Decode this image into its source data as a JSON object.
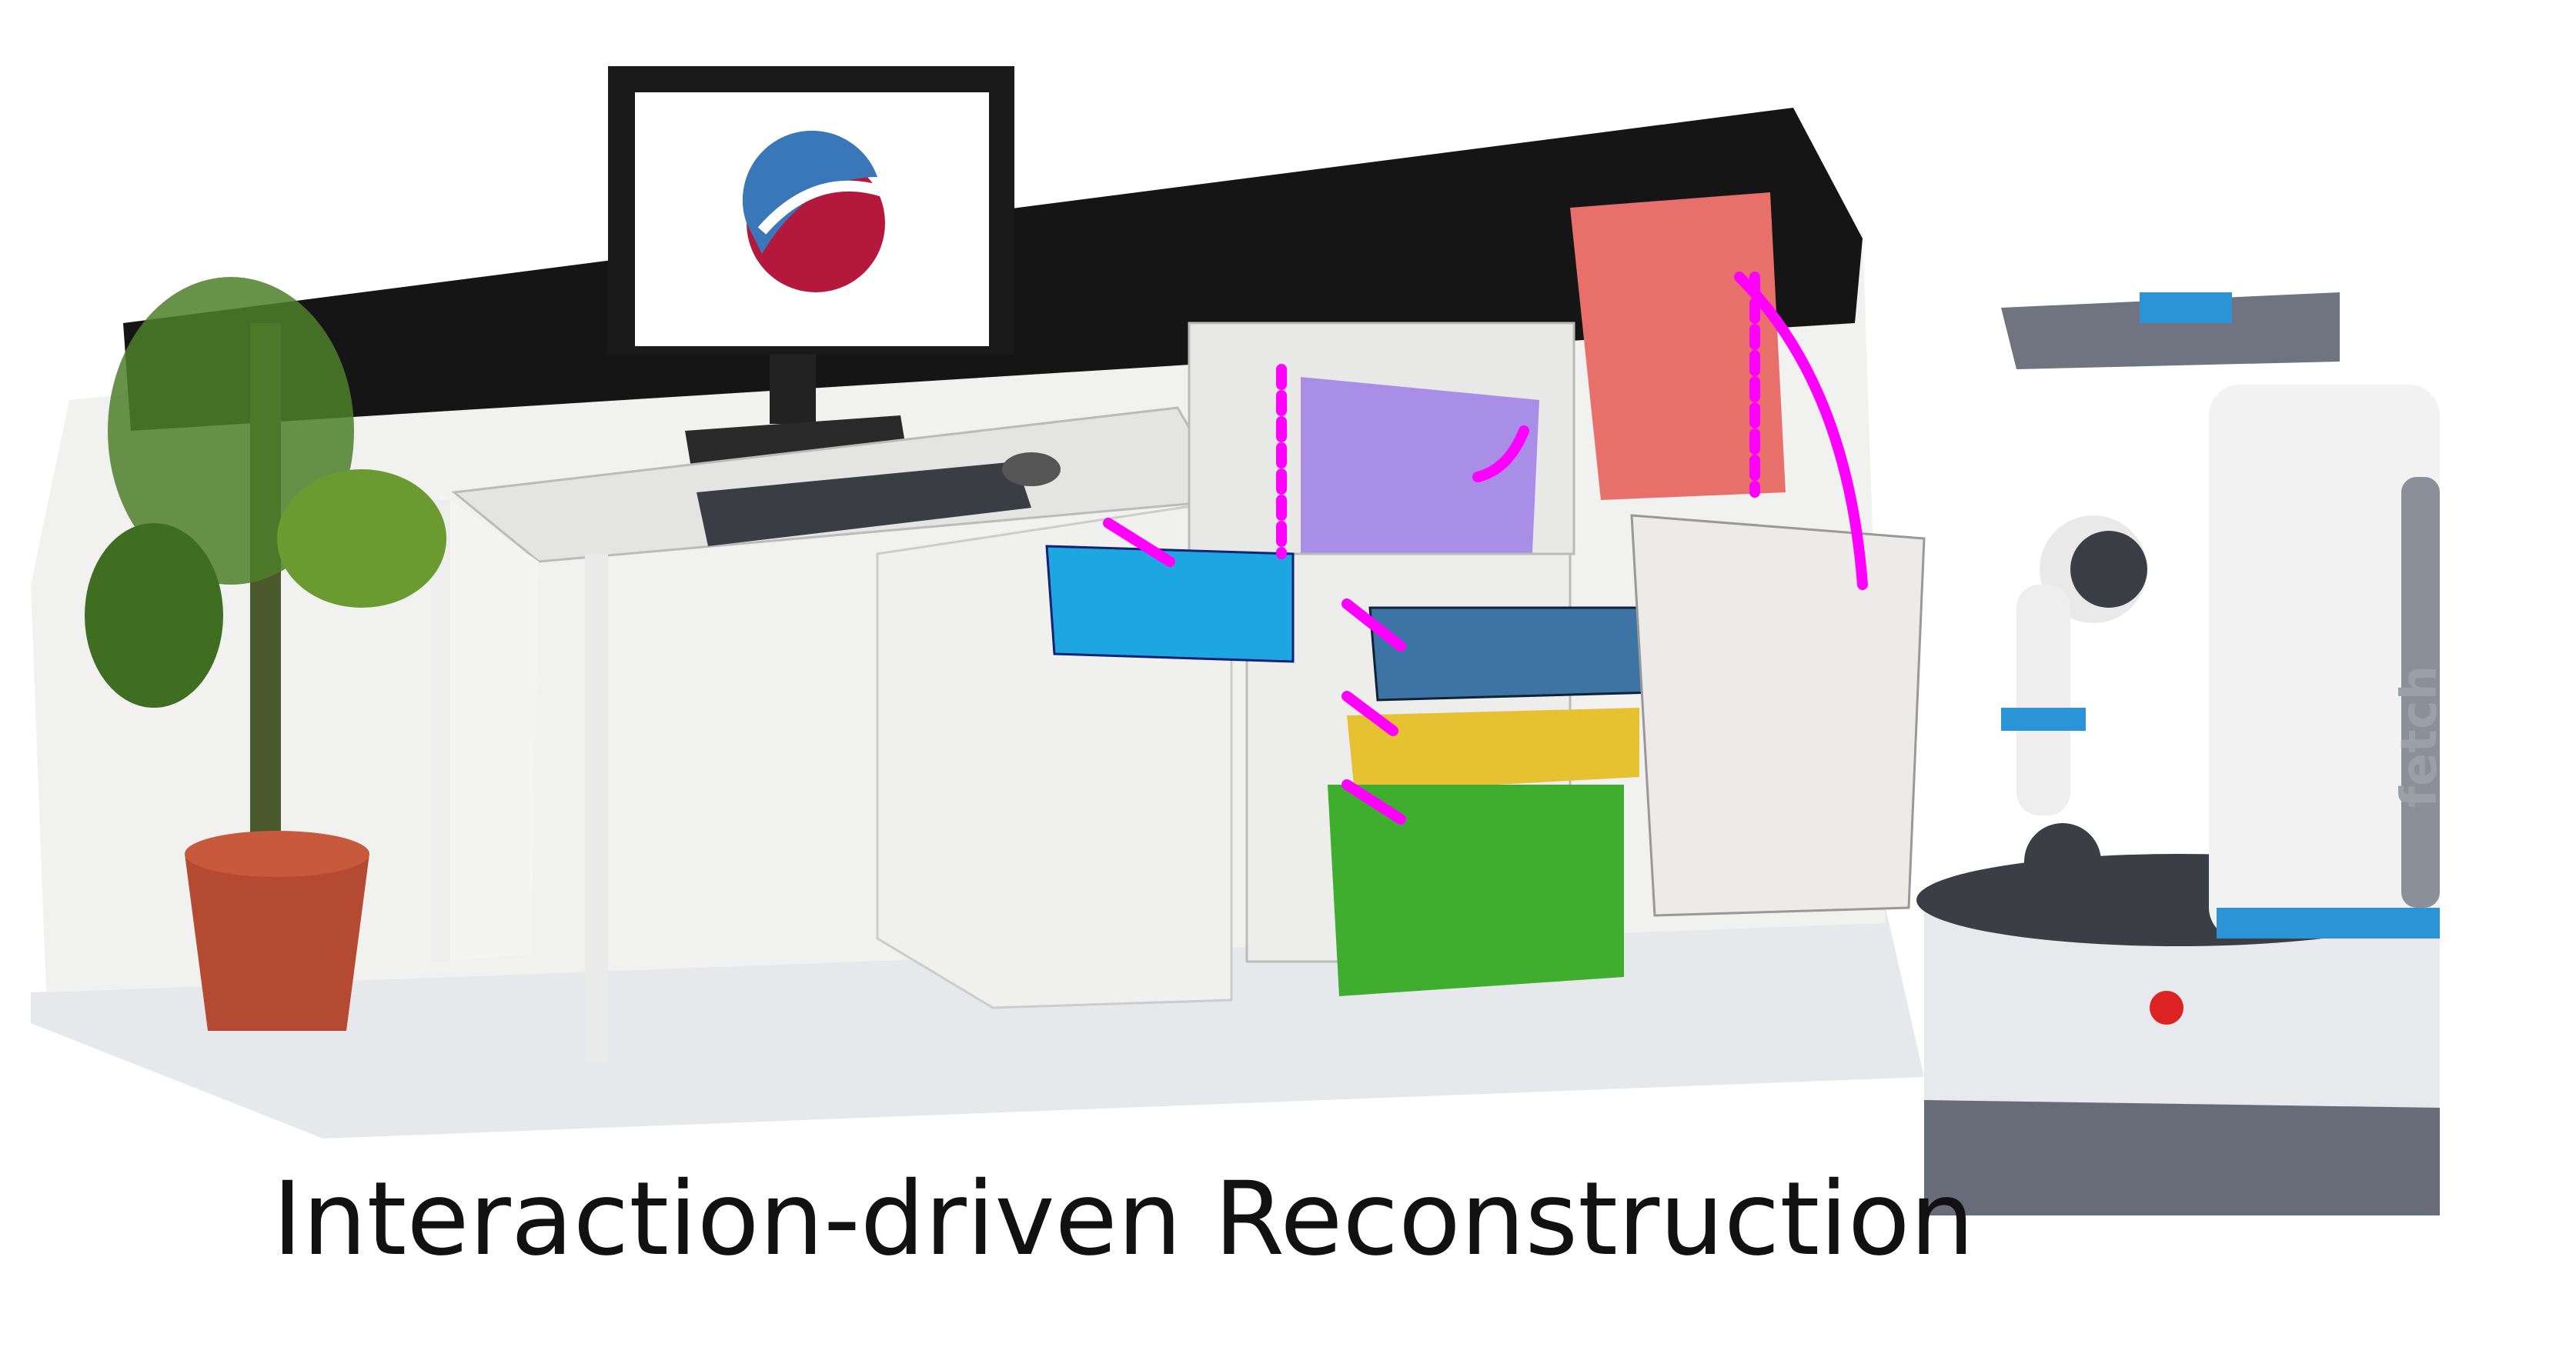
{
  "figure": {
    "caption": "Interaction-driven Reconstruction",
    "robot_brand": "fetch",
    "colors": {
      "arrow": "#ff00ff",
      "drawer_light_blue": "#1ea6e0",
      "drawer_blue": "#3d74a6",
      "drawer_yellow": "#e6c233",
      "drawer_green": "#3fae2e",
      "lid_purple": "#a98ee8",
      "lid_red": "#e7706b",
      "wall_black": "#151515"
    },
    "icons": [
      "plant",
      "monitor-logo",
      "keyboard",
      "mouse",
      "robot"
    ]
  }
}
